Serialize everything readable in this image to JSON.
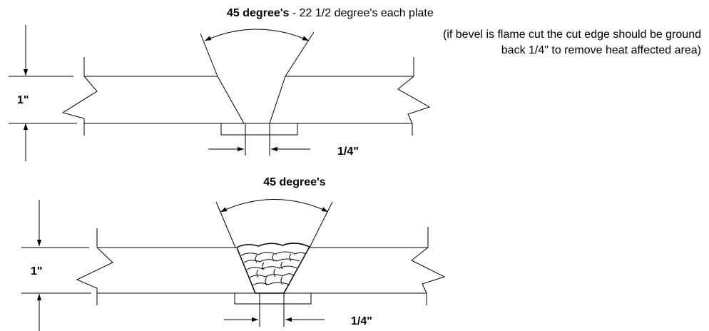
{
  "top_diagram": {
    "angle_label_bold": "45 degree's",
    "angle_label_rest": " - 22 1/2 degree's each plate",
    "note_line1": "(if bevel is flame cut the cut edge should be ground",
    "note_line2": "back 1/4\" to remove heat affected area)",
    "thickness_label": "1\"",
    "gap_label": "1/4\""
  },
  "bottom_diagram": {
    "angle_label": "45 degree's",
    "thickness_label": "1\"",
    "gap_label": "1/4\""
  }
}
